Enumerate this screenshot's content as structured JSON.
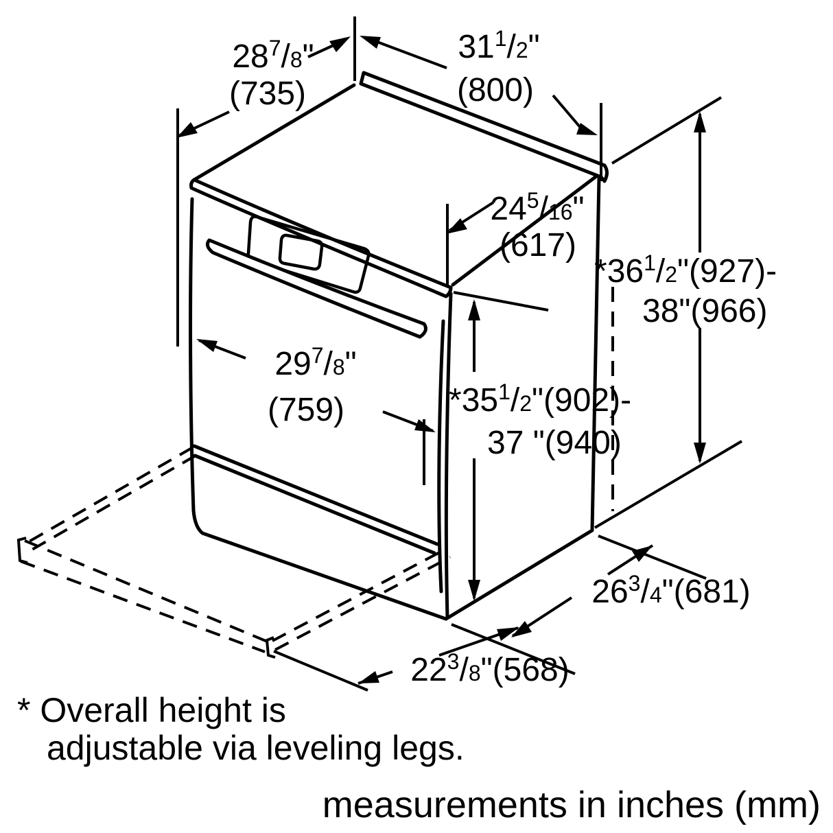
{
  "colors": {
    "line": "#000000",
    "background": "#ffffff"
  },
  "labels": {
    "depth_top": {
      "whole": "28",
      "num": "7",
      "den": "8",
      "slash": "/",
      "unit": "\"",
      "mm": "(735)"
    },
    "width_top": {
      "whole": "31",
      "num": "1",
      "den": "2",
      "slash": "/",
      "unit": "\"",
      "mm": "(800)"
    },
    "cooktop_depth": {
      "whole": "24",
      "num": "5",
      "den": "16",
      "slash": "/",
      "unit": "\"",
      "mm": "(617)"
    },
    "overall_height": {
      "star": "*",
      "whole": "36",
      "num": "1",
      "den": "2",
      "slash": "/",
      "rest": "\"(927)-",
      "line2": "38\"(966)"
    },
    "door_width": {
      "whole": "29",
      "num": "7",
      "den": "8",
      "slash": "/",
      "unit": "\"",
      "mm": "(759)"
    },
    "worktop_height": {
      "star": "*",
      "whole": "35",
      "num": "1",
      "den": "2",
      "slash": "/",
      "rest": "\"(902)-",
      "line2": "37 \"(940)"
    },
    "base_side_depth": {
      "whole": "26",
      "num": "3",
      "den": "4",
      "slash": "/",
      "rest": "\"(681)"
    },
    "base_front_depth": {
      "whole": "22",
      "num": "3",
      "den": "8",
      "slash": "/",
      "rest": "\"(568)"
    }
  },
  "footnote": {
    "line1": "* Overall height is",
    "line2": "adjustable via leveling legs."
  },
  "units_caption": "measurements in inches (mm)"
}
